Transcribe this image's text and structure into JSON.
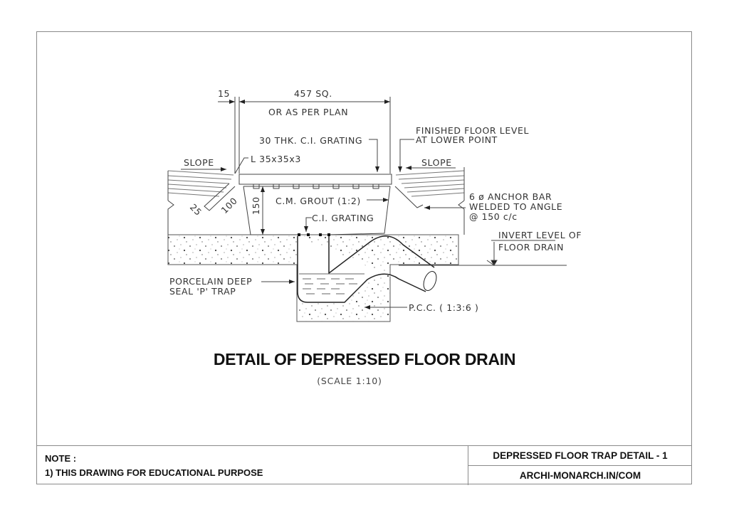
{
  "drawing": {
    "title": "DETAIL OF DEPRESSED FLOOR DRAIN",
    "scale": "(SCALE 1:10)",
    "labels": {
      "dim_15": "15",
      "dim_457": "457 SQ.",
      "dim_457_note": "OR AS PER PLAN",
      "grating_top": "30 THK. C.I. GRATING",
      "angle": "L 35x35x3",
      "slope_left": "SLOPE",
      "slope_right": "SLOPE",
      "ffl_1": "FINISHED FLOOR LEVEL",
      "ffl_2": "AT LOWER POINT",
      "grout": "C.M. GROUT (1:2)",
      "ci_grating": "C.I. GRATING",
      "dim_150": "150",
      "dim_100": "100",
      "dim_25": "25",
      "anchor_1": "6 ø ANCHOR BAR",
      "anchor_2": "WELDED TO ANGLE",
      "anchor_3": "@ 150 c/c",
      "invert_1": "INVERT LEVEL OF",
      "invert_2": "FLOOR DRAIN",
      "trap_1": "PORCELAIN DEEP",
      "trap_2": "SEAL 'P' TRAP",
      "pcc": "P.C.C. ( 1:3:6 )"
    }
  },
  "footer": {
    "note_heading": "NOTE :",
    "note_line": "1) THIS DRAWING FOR EDUCATIONAL PURPOSE",
    "sheet_title": "DEPRESSED FLOOR TRAP DETAIL - 1",
    "website": "ARCHI-MONARCH.IN/COM"
  }
}
